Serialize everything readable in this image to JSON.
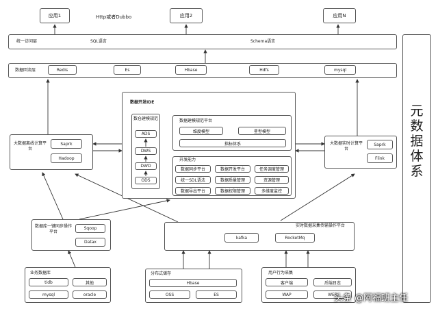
{
  "top_apps": [
    "应用1",
    "应用2",
    "应用N"
  ],
  "protocol_label": "Http或者Dubbo",
  "unified_access": {
    "label": "统一访问层",
    "sql": "SQL语言",
    "schema": "Schema语言"
  },
  "data_return": {
    "label": "数据回流层",
    "items": [
      "Redis",
      "Es",
      "Hbase",
      "Hdfs",
      "mysql"
    ]
  },
  "offline_compute": {
    "title": "大数据离线计算平台",
    "items": [
      "Saprk",
      "Hadoop"
    ]
  },
  "realtime_compute": {
    "title": "大数据实时计算平台",
    "items": [
      "Saprk",
      "Flink"
    ]
  },
  "ide": {
    "title": "数据开发IDE",
    "warehouse": {
      "title": "数仓建模规范",
      "layers": [
        "ADS",
        "DWS",
        "DWD",
        "ODS"
      ]
    },
    "modeling": {
      "title": "数据建模规范平台",
      "items": [
        "维度模型",
        "星型模型"
      ],
      "metric": "指标体系"
    },
    "dev": {
      "title": "开发能力",
      "items": [
        "数据同步平台",
        "数据开发平台",
        "任务调度管理",
        "统一SDL语法",
        "数据质量管理",
        "资源管理",
        "数据导出平台",
        "数据权限管理",
        "多维度监控"
      ]
    }
  },
  "db_sync": {
    "title": "数据库一键同步操作平台",
    "items": [
      "Sqoop",
      "Datax"
    ]
  },
  "rt_collect": {
    "title": "实时数据采集传输操作平台",
    "items": [
      "kafka",
      "RocketMq"
    ]
  },
  "biz_db": {
    "title": "业务数据库",
    "items": [
      "tidb",
      "其他",
      "mysql",
      "oracle"
    ]
  },
  "dist_storage": {
    "title": "分布式储存",
    "items": [
      "Hbase",
      "OSS",
      "ES"
    ]
  },
  "user_behavior": {
    "title": "用户行为采集",
    "items": [
      "客户端",
      "后端日志",
      "WAP",
      "WEB"
    ]
  },
  "metadata_label": [
    "元",
    "数",
    "据",
    "体",
    "系"
  ],
  "watermark": "头条 @阿福班主任"
}
